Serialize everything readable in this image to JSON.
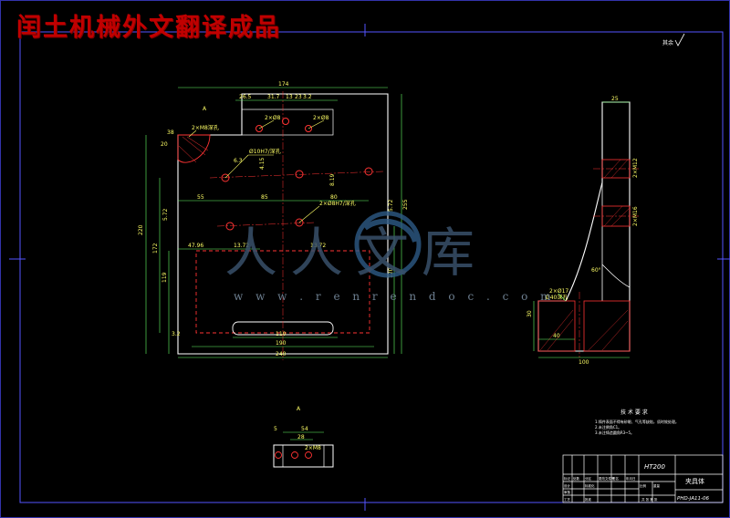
{
  "banner": "闰土机械外文翻译成品",
  "roughness_mark": "其余",
  "watermark": {
    "brand": "人人文库",
    "url": "w w w . r e n r e n d o c . c o m"
  },
  "front_view": {
    "dims": {
      "top_total": "174",
      "d26_5": "26.5",
      "d31_7": "31.7",
      "d13": "13",
      "d23": "23",
      "d3_2": "3.2",
      "d38": "38",
      "d20": "20",
      "d55": "55",
      "d85": "85",
      "d80": "80",
      "d47_96": "47.96",
      "d13_72a": "13.72",
      "d13_72b": "13.72",
      "d110": "110",
      "d190": "190",
      "d240": "240",
      "d220": "220",
      "d172": "172",
      "d119": "119",
      "d120": "120",
      "d255": "255",
      "d5_72a": "5.72",
      "d5_72b": "5.72",
      "d8_19": "8.19",
      "d4_15": "4.15"
    },
    "callouts": {
      "hole_a": "2×Ø8",
      "hole_b": "2×Ø8",
      "counterbore": "2×M8深孔",
      "bore_left": "Ø10H7/深孔",
      "bore_right": "2×Ø8H7/深孔",
      "section_label": "A",
      "rough_a": "6.3",
      "rough_b": "3.2"
    }
  },
  "side_view": {
    "dims": {
      "top": "25",
      "m12": "2×M12",
      "m16": "2×M16",
      "angle": "60°",
      "hole": "2×Ø17",
      "hole_sub": "Ø40深孔",
      "d30": "30",
      "d40": "40",
      "d100": "100"
    }
  },
  "detail_view": {
    "label": "A",
    "dims": {
      "d54": "54",
      "d5": "5",
      "d28": "28",
      "d2x": "2×M8"
    }
  },
  "notes": {
    "title": "技 术 要 求",
    "lines": [
      "1.铸件表面不得有砂眼、气孔等缺陷，须时效处理。",
      "2.未注倒角C1。",
      "3.未注铸造圆角R3~5。"
    ]
  },
  "title_block": {
    "material": "HT200",
    "part_name": "夹具体",
    "drawing_no": "PHD-JA11-06",
    "cells": [
      "标记",
      "处数",
      "分区",
      "更改文件号",
      "签名",
      "年月日",
      "设计",
      "标准化",
      "审核",
      "工艺",
      "批准"
    ],
    "scale_label": "比例",
    "weight_label": "重量",
    "sheet_label": "共 张 第 张"
  }
}
